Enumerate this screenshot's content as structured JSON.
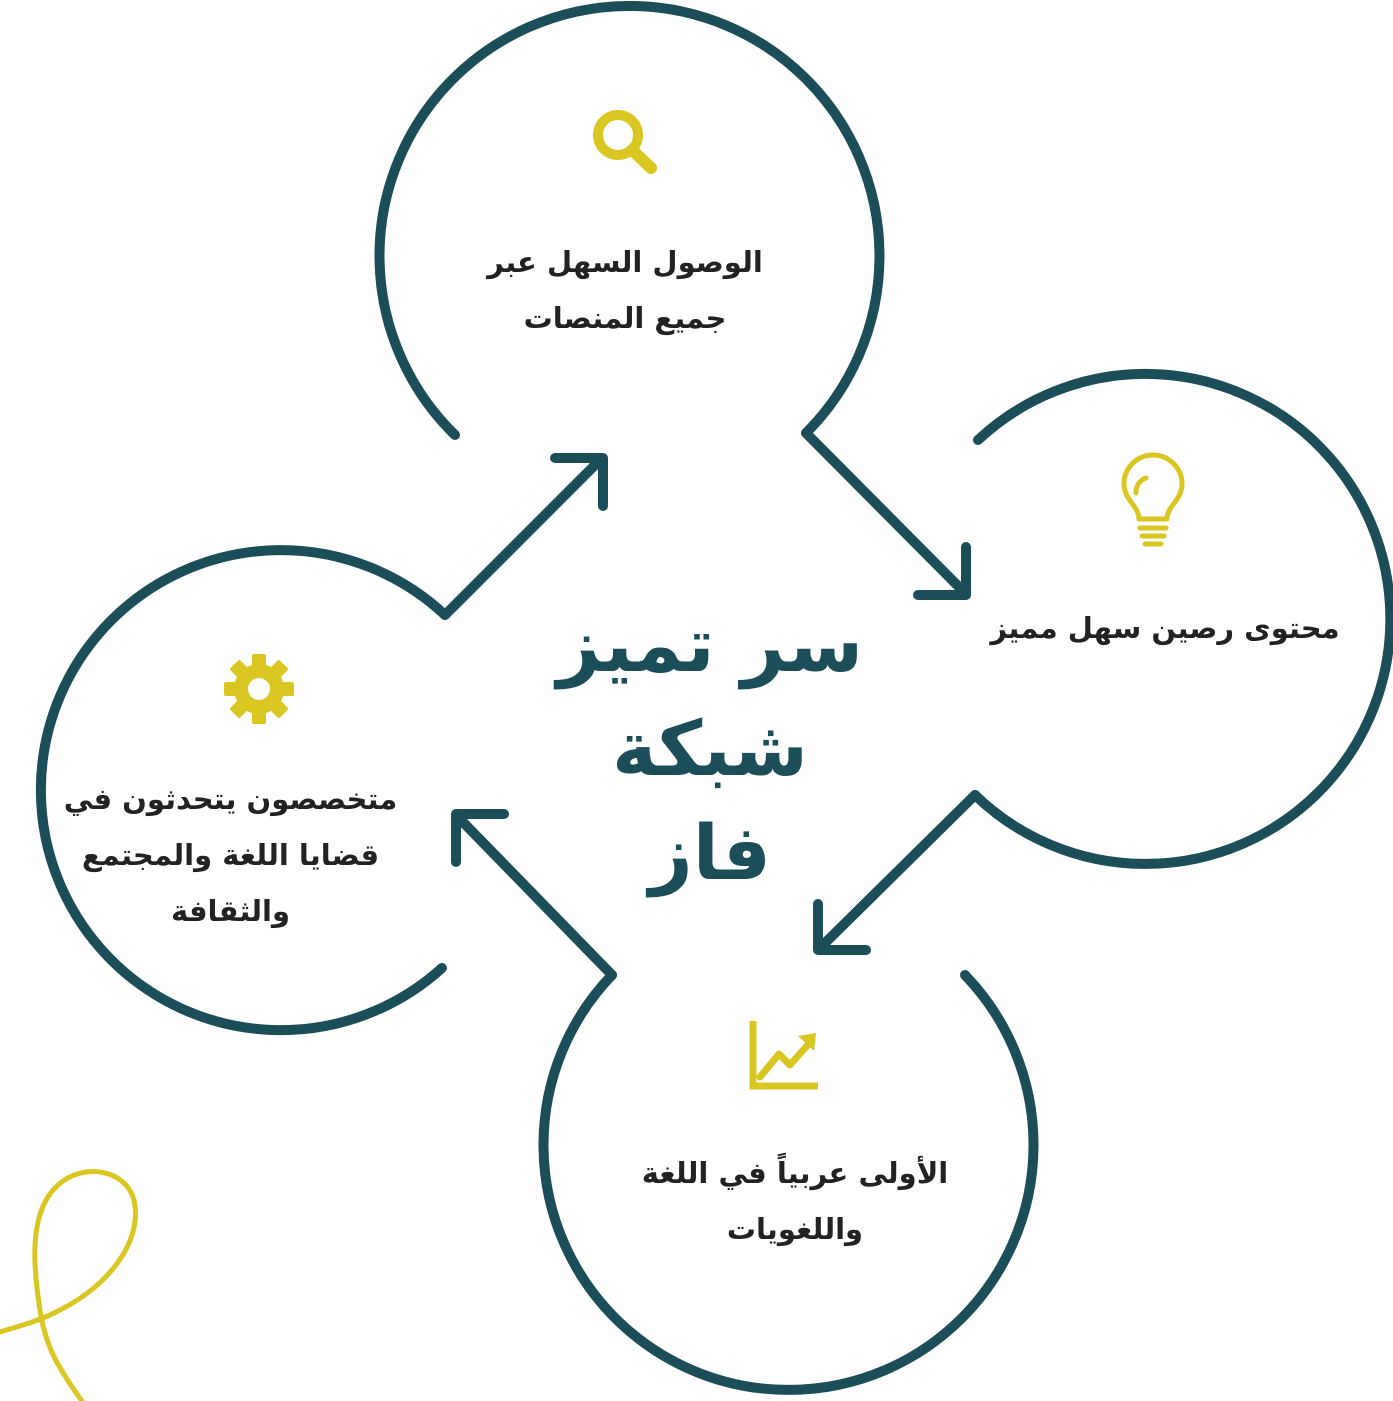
{
  "title_line1": "سر تميز",
  "title_line2": "شبكة فاز",
  "items": [
    {
      "id": "access",
      "icon": "search-icon",
      "line1": "الوصول السهل عبر",
      "line2": "جميع المنصات"
    },
    {
      "id": "content",
      "icon": "lightbulb-icon",
      "line1": "محتوى رصين سهل مميز"
    },
    {
      "id": "first",
      "icon": "growth-chart-icon",
      "line1": "الأولى عربياً في اللغة",
      "line2": "واللغويات"
    },
    {
      "id": "experts",
      "icon": "gear-icon",
      "line1": "متخصصون يتحدثون في",
      "line2": "قضايا اللغة والمجتمع",
      "line3": "والثقافة"
    }
  ],
  "colors": {
    "ring": "#1b4e59",
    "accent": "#d9c620",
    "text": "#222222",
    "background": "#ffffff"
  }
}
